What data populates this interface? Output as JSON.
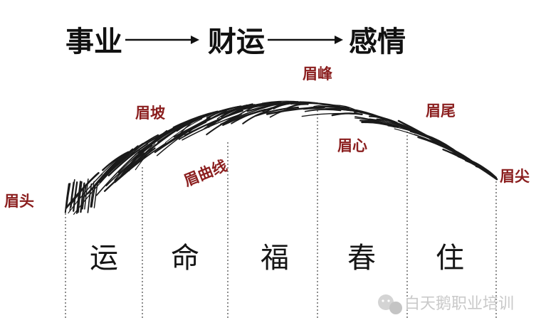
{
  "title": {
    "career": "事业",
    "wealth": "财运",
    "emotion": "感情"
  },
  "parts": {
    "head": "眉头",
    "slope": "眉坡",
    "curve": "眉曲线",
    "peak": "眉峰",
    "heart": "眉心",
    "tail": "眉尾",
    "tip": "眉尖"
  },
  "sections": [
    "运",
    "命",
    "福",
    "春",
    "住"
  ],
  "watermark": {
    "text": "白天鹅职业培训",
    "icon": "wechat-icon"
  },
  "colors": {
    "label": "#8b1f1f",
    "ink": "#1a1a1a"
  }
}
